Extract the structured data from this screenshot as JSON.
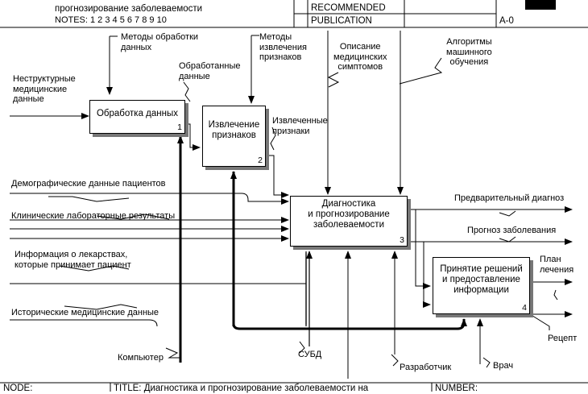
{
  "header": {
    "title_fragment": "прогнозирование заболеваемости",
    "notes": "NOTES:  1  2  3  4  5  6  7  8  9  10",
    "recommended": "RECOMMENDED",
    "publication": "PUBLICATION",
    "context": "A-0"
  },
  "footer": {
    "node": "NODE:",
    "title": "TITLE:    Диагностика и прогнозирование  заболеваемости на",
    "number": "NUMBER:"
  },
  "boxes": [
    {
      "label": "Обработка данных",
      "number": "1"
    },
    {
      "label": "Извлечение\nпризнаков",
      "number": "2"
    },
    {
      "label": "Диагностика\nи прогнозирование\nзаболеваемости",
      "number": "3"
    },
    {
      "label": "Принятие решений\nи предоставление\nинформации",
      "number": "4"
    }
  ],
  "arrows": {
    "methods_processing": "Методы обработки\nданных",
    "methods_extraction": "Методы\nизвлечения\nпризнаков",
    "symptoms": "Описание\nмедицинских\nсимптомов",
    "ml": "Алгоритмы\nмашинного\nобучения",
    "unstructured": "Неструктурные\nмедицинские\nданные",
    "processed": "Обработанные\nданные",
    "extracted": "Извлеченные\nпризнаки",
    "demographic": "Демографические данные пациентов",
    "clinical": "Клинические лабораторные результаты",
    "drugs": "Информация о лекарствах,\nкоторые принимает пациент",
    "historical": "Исторические медицинские данные",
    "prelim": "Предварительный диагноз",
    "forecast": "Прогноз заболевания",
    "plan": "План\nлечения",
    "recipe": "Рецепт",
    "computer": "Компьютер",
    "dbms": "СУБД",
    "developer": "Разработчик",
    "doctor": "Врач"
  }
}
